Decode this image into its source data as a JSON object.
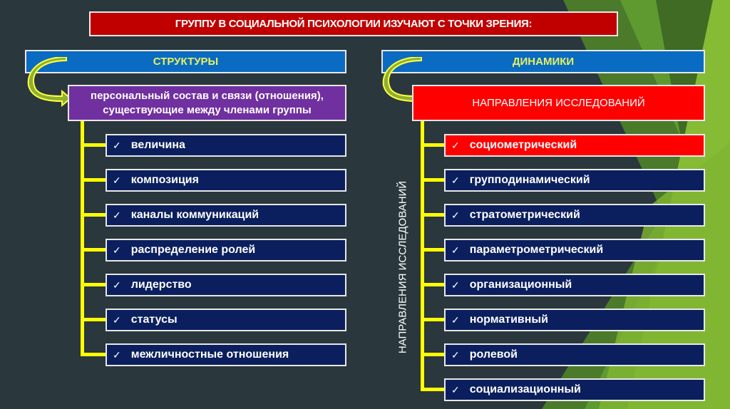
{
  "title": "ГРУППУ В СОЦИАЛЬНОЙ ПСИХОЛОГИИ ИЗУЧАЮТ С ТОЧКИ ЗРЕНИЯ:",
  "left": {
    "header": "СТРУКТУРЫ",
    "description_line1": "персональный состав и связи (отношения),",
    "description_line2": "существующие между членами группы",
    "items": [
      "величина",
      "композиция",
      "каналы коммуникаций",
      "распределение ролей",
      "лидерство",
      "статусы",
      "межличностные отношения"
    ]
  },
  "right": {
    "header": "ДИНАМИКИ",
    "subheader": "НАПРАВЛЕНИЯ ИССЛЕДОВАНИЙ",
    "vertical_label": "НАПРАВЛЕНИЯ ИССЛЕДОВАНИЙ",
    "items": [
      "социометрический",
      "групподинамический",
      "стратометрический",
      "параметрометрический",
      "организационный",
      "нормативный",
      "ролевой",
      "социализационный"
    ],
    "highlighted_index": 0
  },
  "check_mark": "✓",
  "colors": {
    "background": "#2a373d",
    "title": "#c00000",
    "header": "#0a6bc2",
    "purple": "#7030a0",
    "item": "#0b1f5e",
    "highlight": "#ff0000",
    "connector": "#ffff00"
  }
}
